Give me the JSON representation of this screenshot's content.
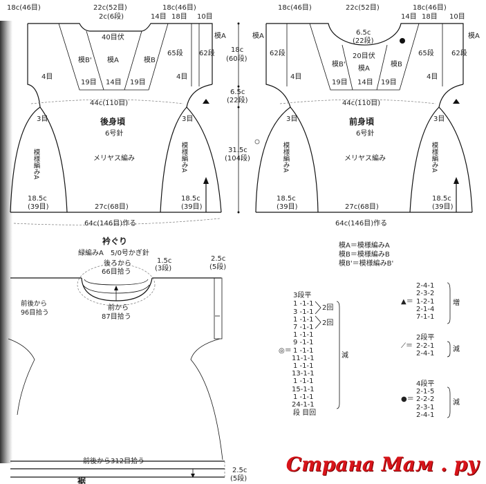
{
  "back": {
    "top_dims": [
      "18c(46目)",
      "22c(52目)",
      "18c(46目)"
    ],
    "neck_depth": "2c(6段)",
    "neck_bindoff": "40目伏",
    "shoulder_counts": [
      "14目",
      "18目",
      "10目"
    ],
    "pattern_labels": [
      "模B'",
      "模A",
      "模B",
      "模A"
    ],
    "rows_65": "65段",
    "rows_62": "62段",
    "four_st": "4目",
    "bottom_counts": [
      "19目",
      "14目",
      "19目"
    ],
    "width_44": "44c(110目)",
    "title": "後身頃",
    "needle": "6号針",
    "stitch": "メリヤス編み",
    "side_pattern": "模様編みA",
    "three_st": "3目",
    "side_dim": "18.5c",
    "side_st": "(39目)",
    "mid_dim": "27c(68目)",
    "cast_on": "64c(146目)作る"
  },
  "vertical_dims": {
    "yoke": "18c",
    "yoke_rows": "(60段)",
    "arm": "6.5c",
    "arm_rows": "(22段)",
    "body": "31.5c",
    "body_rows": "(104段)"
  },
  "front": {
    "top_dims": [
      "18c(46目)",
      "22c(52目)",
      "18c(46目)"
    ],
    "neck_depth": "6.5c",
    "neck_rows": "(22段)",
    "neck_bindoff": "20目伏",
    "shoulder_counts": [
      "14目",
      "18目",
      "10目"
    ],
    "title": "前身頃",
    "needle": "6号針",
    "stitch": "メリヤス編み"
  },
  "collar": {
    "title": "衿ぐり",
    "subtitle": "緑編みA　5/0号かぎ針",
    "back_pickup": "後ろから",
    "back_pickup_n": "66目拾う",
    "front_pickup": "前から",
    "front_pickup_n": "87目拾う",
    "height": "1.5c",
    "height_rows": "(3段)"
  },
  "armband": {
    "height": "2.5c",
    "rows": "(5段)"
  },
  "hem": {
    "pickup": "前後から312目拾う",
    "height": "2.5c",
    "rows": "(5段)",
    "label": "裾"
  },
  "left_cut": {
    "lines": [
      "前後から",
      "96目拾う"
    ]
  },
  "legend": [
    "模A＝模様編みA",
    "模B＝模様編みB",
    "模B'＝模様編みB'"
  ],
  "decrease_circle": {
    "symbol": "◎＝",
    "rows": [
      "3段平",
      "1 -1-1",
      "3 -1-1",
      "1 -1-1",
      "7 -1-1",
      "1 -1-1",
      "9 -1-1",
      "1 -1-1",
      "11-1-1",
      "1 -1-1",
      "13-1-1",
      "1 -1-1",
      "15-1-1",
      "1 -1-1",
      "24-1-1",
      "段 目回"
    ],
    "repeat": "2回",
    "label": "減"
  },
  "increase_triangle": {
    "symbol": "▲＝",
    "rows": [
      "2-4-1",
      "2-3-2",
      "1-2-1",
      "2-1-4",
      "7-1-1"
    ],
    "label": "増"
  },
  "decrease_slash": {
    "symbol": "⟋＝",
    "rows": [
      "2段平",
      "2-2-1",
      "2-4-1"
    ],
    "label": "減"
  },
  "decrease_dot": {
    "symbol": "●＝",
    "rows": [
      "4段平",
      "2-1-5",
      "2-2-2",
      "2-3-1",
      "2-4-1"
    ],
    "label": "減"
  },
  "watermark": "Страна Мам . ру"
}
